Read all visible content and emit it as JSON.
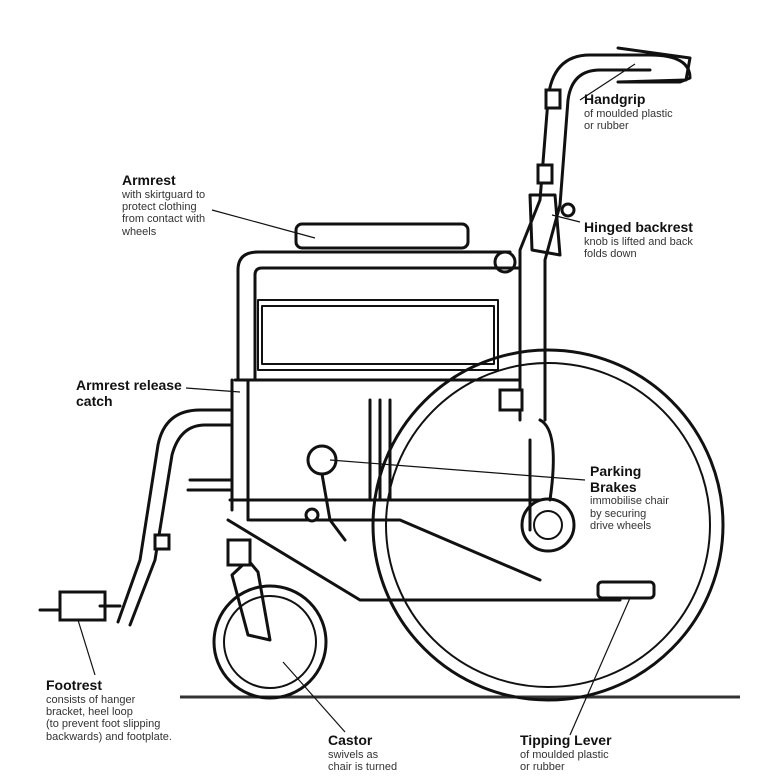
{
  "labels": {
    "handgrip": {
      "title": "Handgrip",
      "lines": [
        "of moulded plastic",
        "or rubber"
      ]
    },
    "armrest": {
      "title": "Armrest",
      "lines": [
        "with skirtguard to",
        "protect clothing",
        "from contact with",
        "wheels"
      ]
    },
    "hinged_backrest": {
      "title": "Hinged backrest",
      "lines": [
        "knob is lifted and back",
        "folds down"
      ]
    },
    "armrest_release": {
      "title_lines": [
        "Armrest release",
        "catch"
      ]
    },
    "parking_brakes": {
      "title_lines": [
        "Parking",
        "Brakes"
      ],
      "lines": [
        "immobilise chair",
        "by securing",
        "drive wheels"
      ]
    },
    "footrest": {
      "title": "Footrest",
      "lines": [
        "consists of hanger",
        "bracket, heel loop",
        "(to prevent foot slipping",
        "backwards) and footplate."
      ]
    },
    "castor": {
      "title": "Castor",
      "lines": [
        "swivels as",
        "chair is turned"
      ]
    },
    "tipping_lever": {
      "title": "Tipping Lever",
      "lines": [
        "of moulded plastic",
        "or rubber"
      ]
    }
  }
}
